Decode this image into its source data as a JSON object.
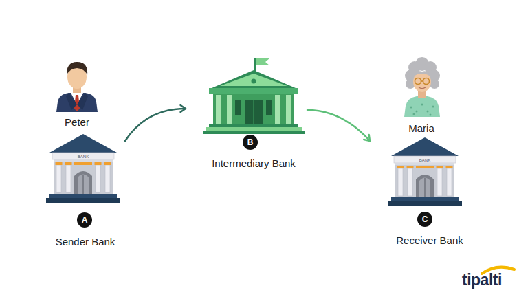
{
  "diagram": {
    "nodes": [
      {
        "text": [
          "Peter",
          "A",
          "Sender Bank"
        ]
      },
      {
        "text": [
          "B",
          "Intermediary Bank"
        ]
      },
      {
        "text": [
          "Maria",
          "C",
          "Receiver Bank"
        ]
      }
    ],
    "edges": [
      {
        "from": 0,
        "to": 1,
        "arrow": "to"
      },
      {
        "from": 1,
        "to": 2,
        "arrow": "to"
      }
    ],
    "labels": [
      "BANK",
      "BANK",
      "tipalti"
    ]
  }
}
